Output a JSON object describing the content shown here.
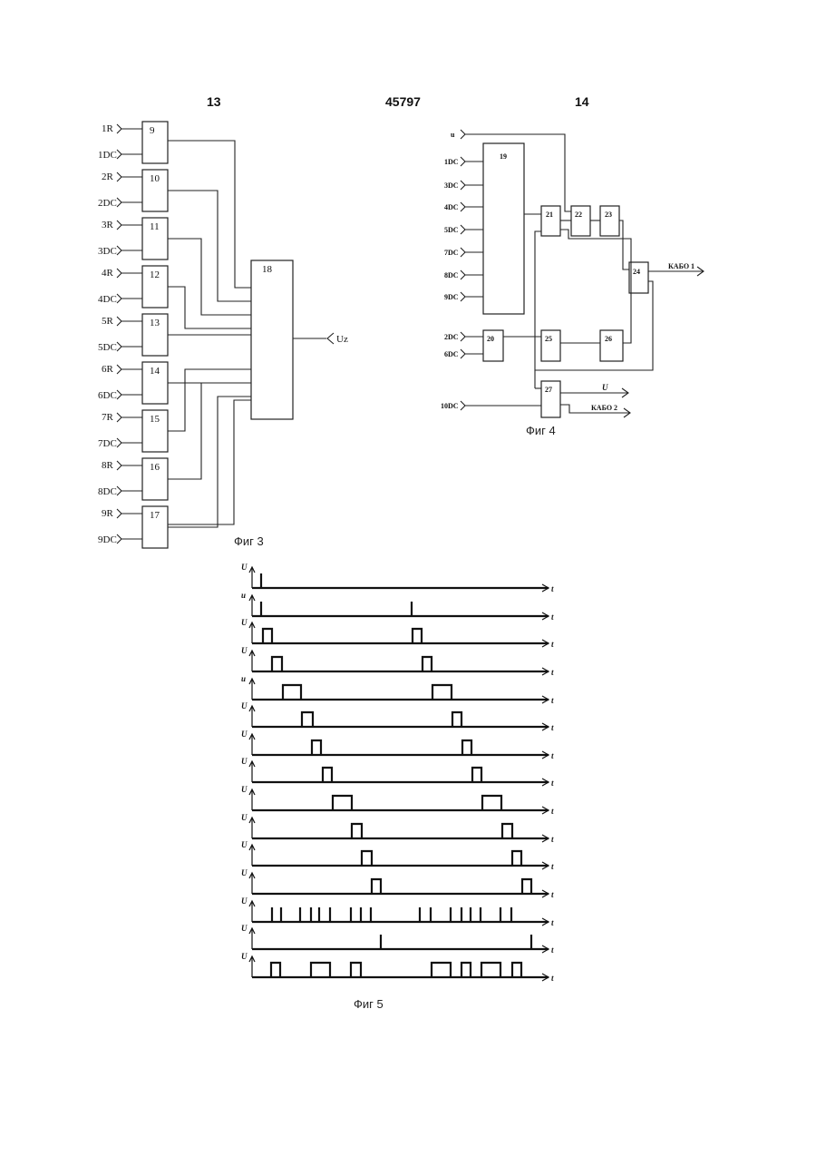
{
  "header": {
    "left_page": "13",
    "patent_number": "45797",
    "right_page": "14"
  },
  "fig3": {
    "caption": "Фиг 3",
    "inputs": [
      {
        "r": "1R",
        "dc": "1DC",
        "block": "9"
      },
      {
        "r": "2R",
        "dc": "2DC",
        "block": "10"
      },
      {
        "r": "3R",
        "dc": "3DC",
        "block": "11"
      },
      {
        "r": "4R",
        "dc": "4DC",
        "block": "12"
      },
      {
        "r": "5R",
        "dc": "5DC",
        "block": "13"
      },
      {
        "r": "6R",
        "dc": "6DC",
        "block": "14"
      },
      {
        "r": "7R",
        "dc": "7DC",
        "block": "15"
      },
      {
        "r": "8R",
        "dc": "8DC",
        "block": "16"
      },
      {
        "r": "9R",
        "dc": "9DC",
        "block": "17"
      }
    ],
    "combiner_block": "18",
    "output_label": "Uz"
  },
  "fig4": {
    "caption": "Фиг 4",
    "top_input": "u",
    "inputs_block19": [
      "1DC",
      "3DC",
      "4DC",
      "5DC",
      "7DC",
      "8DC",
      "9DC"
    ],
    "inputs_block20": [
      "2DC",
      "6DC"
    ],
    "input_block27": "10DC",
    "blocks": [
      "19",
      "20",
      "21",
      "22",
      "23",
      "24",
      "25",
      "26",
      "27"
    ],
    "out1": "КАБО 1",
    "out2": "U",
    "out3": "КАБО 2"
  },
  "fig5": {
    "caption": "Фиг 5",
    "axis_label": "t",
    "rows": [
      {
        "label": "U"
      },
      {
        "label": "u"
      },
      {
        "label": "U"
      },
      {
        "label": "U"
      },
      {
        "label": "u"
      },
      {
        "label": "U"
      },
      {
        "label": "U"
      },
      {
        "label": "U"
      },
      {
        "label": "U"
      },
      {
        "label": "U"
      },
      {
        "label": "U"
      },
      {
        "label": "U"
      },
      {
        "label": "U"
      },
      {
        "label": "U"
      },
      {
        "label": "U"
      }
    ]
  }
}
